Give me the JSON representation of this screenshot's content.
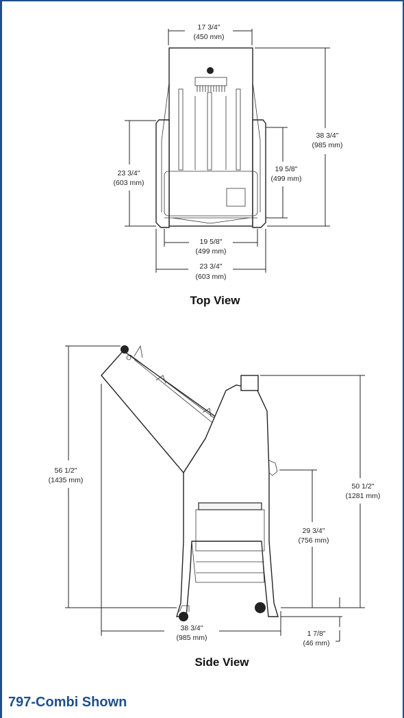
{
  "top_view": {
    "title": "Top View",
    "width_top": {
      "in": "17 3/4\"",
      "mm": "(450 mm)"
    },
    "height_left": {
      "in": "23 3/4\"",
      "mm": "(603 mm)"
    },
    "depth_right": {
      "in": "38 3/4\"",
      "mm": "(985 mm)"
    },
    "inner_right": {
      "in": "19 5/8\"",
      "mm": "(499 mm)"
    },
    "inner_bottom": {
      "in": "19 5/8\"",
      "mm": "(499 mm)"
    },
    "width_bottom": {
      "in": "23 3/4\"",
      "mm": "(603 mm)"
    }
  },
  "side_view": {
    "title": "Side View",
    "height_left": {
      "in": "56 1/2\"",
      "mm": "(1435 mm)"
    },
    "height_right": {
      "in": "50 1/2\"",
      "mm": "(1281 mm)"
    },
    "table_height": {
      "in": "29 3/4\"",
      "mm": "(756 mm)"
    },
    "depth_bottom": {
      "in": "38 3/4\"",
      "mm": "(985 mm)"
    },
    "caster": {
      "in": "1 7/8\"",
      "mm": "(46 mm)"
    }
  },
  "caption": "797-Combi Shown",
  "colors": {
    "accent": "#1f4f8b"
  }
}
